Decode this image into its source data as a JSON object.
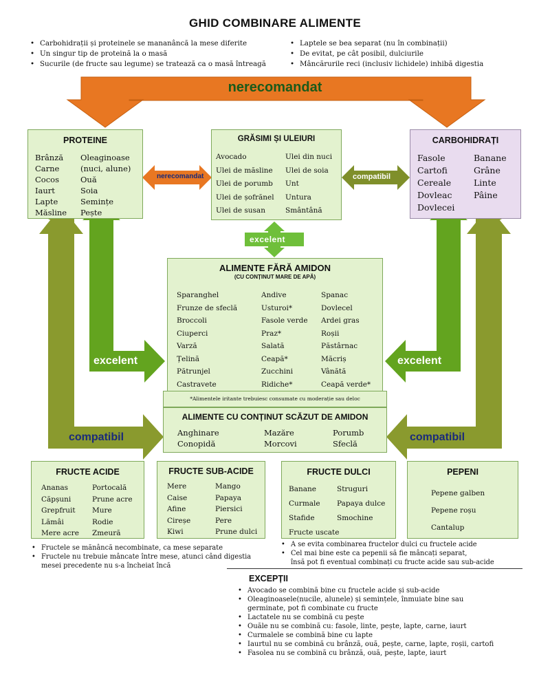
{
  "title": "GHID COMBINARE ALIMENTE",
  "top_rules_left": [
    "Carbohidrații și proteinele se mananâncă la mese diferite",
    "Un singur tip de proteină la o masă",
    "Sucurile (de fructe sau legume) se tratează ca o masă întreagă"
  ],
  "top_rules_right": [
    "Laptele se bea separat (nu în combinații)",
    "De evitat, pe cât posibil, dulciurile",
    "Mâncărurile reci (inclusiv lichidele) inhibă digestia"
  ],
  "arrows": {
    "top": "nerecomandat",
    "prot_fat": "nerecomandat",
    "fat_carb": "compatibil",
    "fat_veg": "excelent",
    "left_excelent": "excelent",
    "right_excelent": "excelent",
    "left_compatibil": "compatibil",
    "right_compatibil": "compatibil"
  },
  "proteine": {
    "title": "PROTEINE",
    "col1": [
      "Brânză",
      "Carne",
      "Cocos",
      "Iaurt",
      "Lapte",
      "Măsline"
    ],
    "col2": [
      "Oleaginoase",
      "(nuci, alune)",
      "Ouă",
      "Soia",
      "Semințe",
      "Pește"
    ]
  },
  "grasimi": {
    "title": "GRĂSIMI ȘI ULEIURI",
    "col1": [
      "Avocado",
      "Ulei de măsline",
      "Ulei de porumb",
      "Ulei de șofrănel",
      "Ulei de susan"
    ],
    "col2": [
      "Ulei din nuci",
      "Ulei de soia",
      "Unt",
      "Untura",
      "Smântână"
    ]
  },
  "carbohidrati": {
    "title": "CARBOHIDRAȚI",
    "col1": [
      "Fasole",
      "Cartofi",
      "Cereale",
      "Dovleac",
      "Dovlecei"
    ],
    "col2": [
      "Banane",
      "Grâne",
      "Linte",
      "Pâine"
    ]
  },
  "fara_amidon": {
    "title": "ALIMENTE FĂRĂ AMIDON",
    "subtitle": "(CU CONȚINUT MARE DE APĂ)",
    "col1": [
      "Sparanghel",
      "Frunze de sfeclă",
      "Broccoli",
      "Ciuperci",
      "Varză",
      "Țelină",
      "Pătrunjel",
      "Castravete"
    ],
    "col2": [
      "Andive",
      "Usturoi*",
      "Fasole verde",
      "Praz*",
      "Salată",
      "Ceapă*",
      "Zucchini",
      "Ridiche*"
    ],
    "col3": [
      "Spanac",
      "Dovlecel",
      "Ardei gras",
      "Roșii",
      "Păstârnac",
      "Măcriș",
      "Vânătă",
      "Ceapă verde*"
    ],
    "note": "*Alimentele iritante trebuiesc consumate cu moderație sau deloc"
  },
  "scazut_amidon": {
    "title": "ALIMENTE CU CONȚINUT SCĂZUT DE AMIDON",
    "col1": [
      "Anghinare",
      "Conopidă"
    ],
    "col2": [
      "Mazăre",
      "Morcovi"
    ],
    "col3": [
      "Porumb",
      "Sfeclă"
    ]
  },
  "fructe_acide": {
    "title": "FRUCTE ACIDE",
    "col1": [
      "Ananas",
      "Căpșuni",
      "Grepfruit",
      "Lămâi",
      "Mere acre"
    ],
    "col2": [
      "Portocală",
      "Prune acre",
      "Mure",
      "Rodie",
      "Zmeură"
    ]
  },
  "fructe_subacide": {
    "title": "FRUCTE SUB-ACIDE",
    "col1": [
      "Mere",
      "Caise",
      "Afine",
      "Cireșe",
      "Kiwi"
    ],
    "col2": [
      "Mango",
      "Papaya",
      "Piersici",
      "Pere",
      "Prune dulci"
    ]
  },
  "fructe_dulci": {
    "title": "FRUCTE DULCI",
    "col1": [
      "Banane",
      "Curmale",
      "Stafide",
      "Fructe uscate"
    ],
    "col2": [
      "Struguri",
      "Papaya dulce",
      "Smochine"
    ]
  },
  "pepeni": {
    "title": "PEPENI",
    "items": [
      "Pepene galben",
      "Pepene roșu",
      "Cantalup"
    ]
  },
  "fruit_notes_left": [
    "Fructele se mănâncă necombinate, ca mese separate",
    "Fructele nu trebuie mâncate între mese, atunci când digestia",
    "mesei precedente nu s-a încheiat încă"
  ],
  "fruit_notes_right": [
    "A se evita combinarea fructelor dulci cu fructele acide",
    "Cel mai bine este ca pepenii să fie mâncați separat,",
    "însă pot fi eventual combinați cu fructe acide sau sub-acide"
  ],
  "exceptii": {
    "title": "EXCEPȚII",
    "items": [
      "Avocado se combină bine cu fructele acide și sub-acide",
      "Oleaginoasele(nucile, alunele) și semințele, înmuiate bine sau",
      "germinate, pot fi combinate cu fructe",
      "Lactatele nu se combină cu pește",
      "Ouăle nu se combină cu: fasole, linte, pește, lapte, carne, iaurt",
      "Curmalele se combină bine cu lapte",
      "Iaurtul nu se combină cu brânză, ouă, pește, carne, lapte, roșii, cartofi",
      "Fasolea nu se combină cu brânză, ouă, pește, lapte, iaurt"
    ]
  },
  "colors": {
    "orange": "#e87722",
    "olive": "#7f8f2a",
    "green_box": "#e3f2cf",
    "purple_box": "#e9dcef",
    "light_green_arrow": "#6fbf3a",
    "navy_text": "#1a2a7a"
  }
}
